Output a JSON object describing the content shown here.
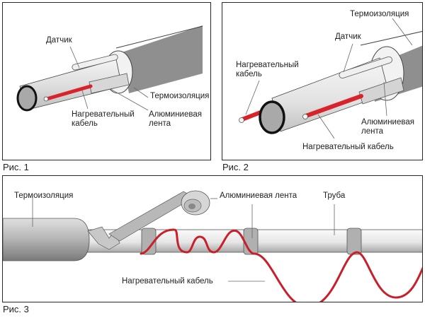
{
  "figures": [
    {
      "caption": "Рис. 1",
      "labels": {
        "sensor": "Датчик",
        "insulation": "Термоизоляция",
        "heating_cable_l1": "Нагревательный",
        "heating_cable_l2": "кабель",
        "aluminum_tape_l1": "Алюминиевая",
        "aluminum_tape_l2": "лента"
      }
    },
    {
      "caption": "Рис. 2",
      "labels": {
        "insulation": "Термоизоляция",
        "sensor": "Датчик",
        "heating_cable_l1": "Нагревательный",
        "heating_cable_l2": "кабель",
        "aluminum_tape_l1": "Алюминиевая",
        "aluminum_tape_l2": "лента",
        "heating_cable_full": "Нагревательный кабель"
      }
    },
    {
      "caption": "Рис. 3",
      "labels": {
        "insulation": "Термоизоляция",
        "aluminum_tape": "Алюминиевая лента",
        "pipe": "Труба",
        "heating_cable": "Нагревательный кабель"
      }
    }
  ],
  "colors": {
    "cable_red": "#d8232a",
    "frame": "#2a2a2a",
    "pipe_light": "#ededed",
    "pipe_dark": "#9a9a9a",
    "tape_gray": "#b8b8b8"
  }
}
